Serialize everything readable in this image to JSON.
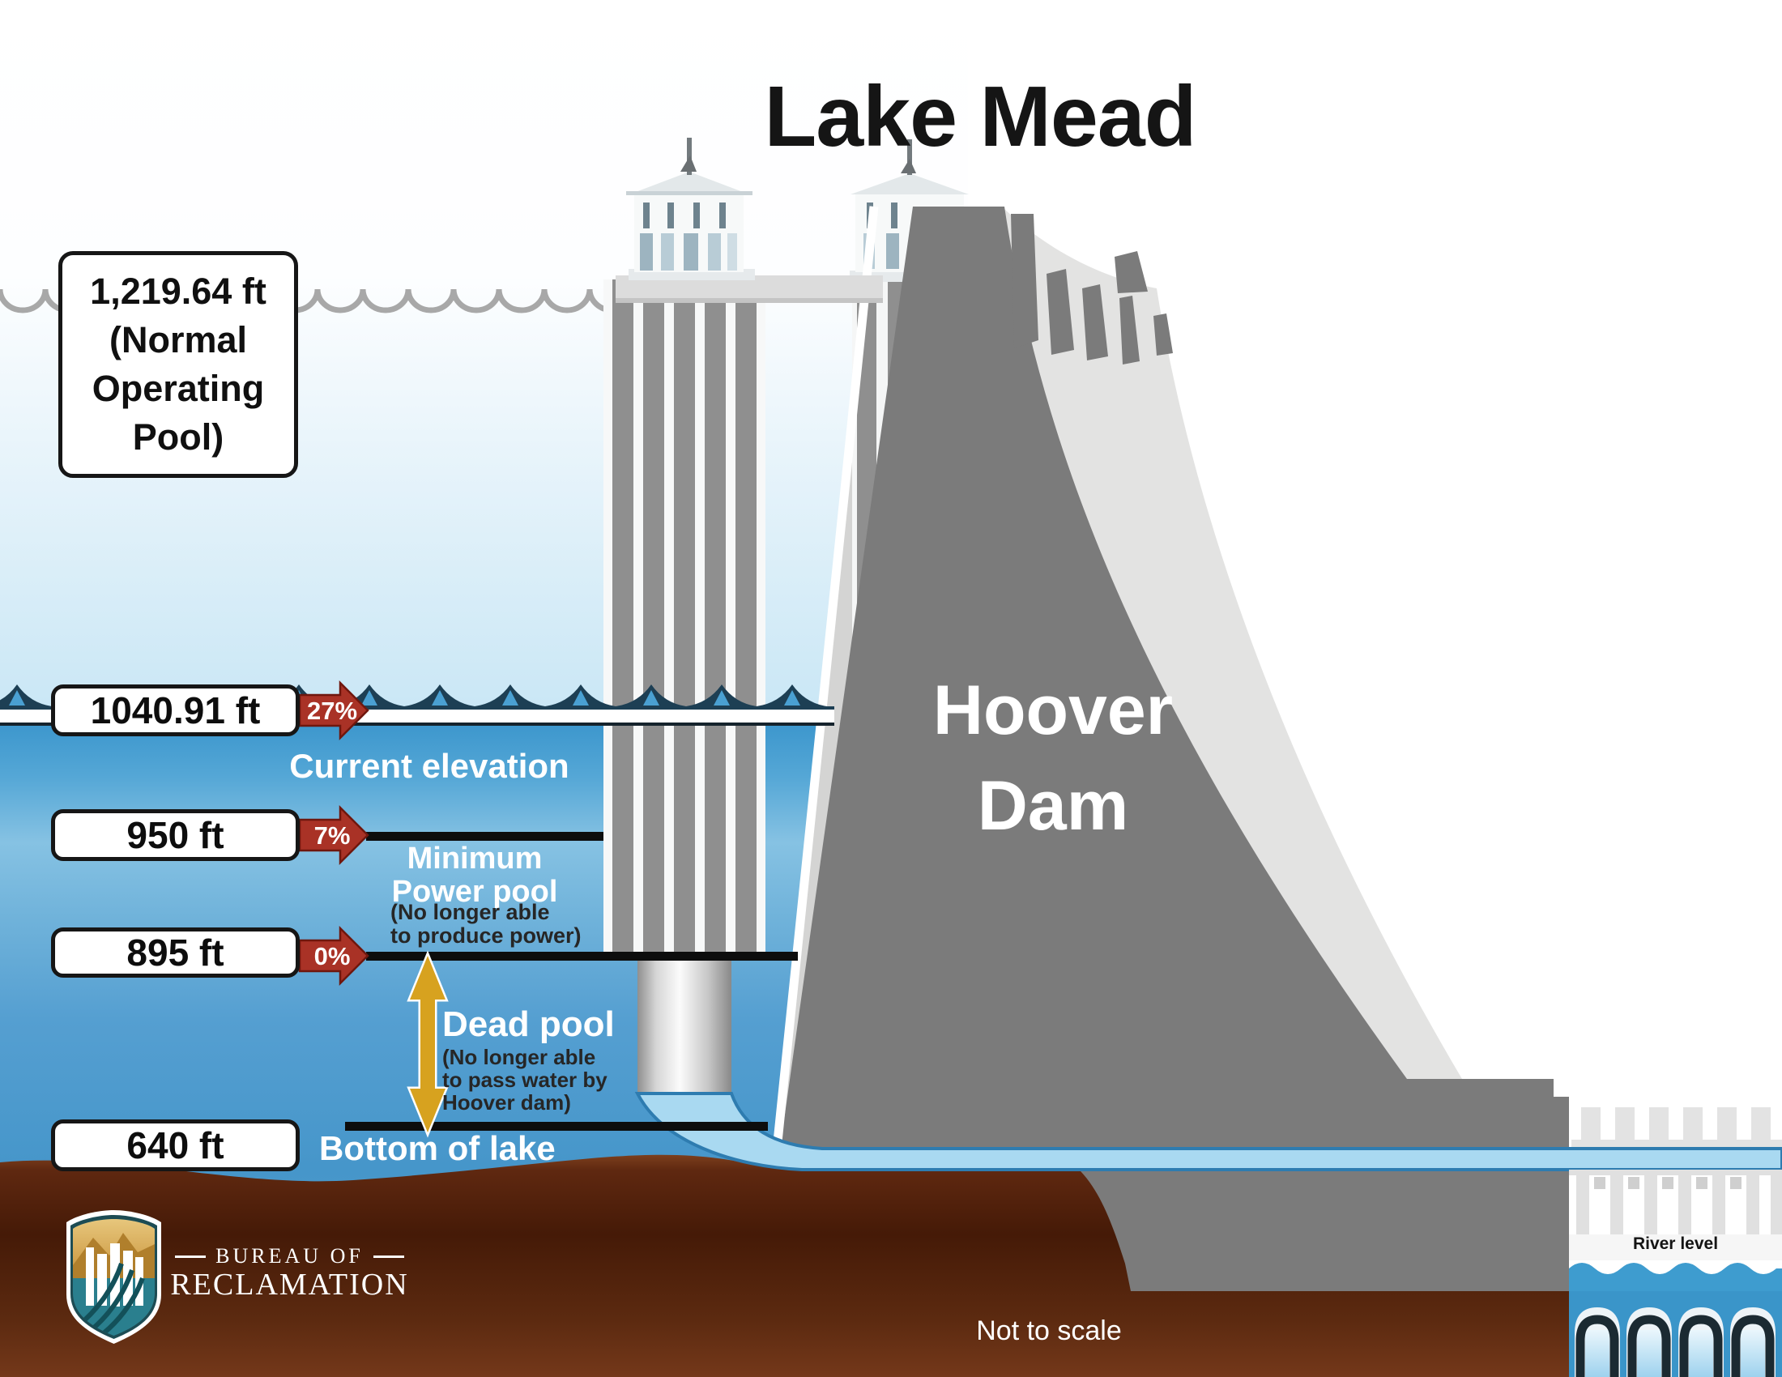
{
  "title": "Lake Mead",
  "footer_note": "Not to scale",
  "normal_pool": {
    "lines": [
      "1,219.64 ft",
      "(Normal",
      "Operating",
      "Pool)"
    ]
  },
  "levels": {
    "current": {
      "value": "1040.91 ft",
      "percent": "27%",
      "label": "Current elevation"
    },
    "min_power": {
      "value": "950 ft",
      "percent": "7%",
      "label_lines": [
        "Minimum",
        "Power pool"
      ],
      "note_lines": [
        "(No longer able",
        "to produce power)"
      ]
    },
    "dead_pool": {
      "value": "895 ft",
      "percent": "0%",
      "label": "Dead pool",
      "note_lines": [
        "(No longer able",
        "to pass water by",
        "Hoover dam)"
      ]
    },
    "lake_bottom": {
      "value": "640 ft",
      "label": "Bottom of lake"
    }
  },
  "dam": {
    "name_lines": [
      "Hoover",
      "Dam"
    ]
  },
  "river_level_label": "River level",
  "logo": {
    "top_line": "BUREAU OF",
    "bottom_line": "RECLAMATION"
  },
  "colors": {
    "water_blue": "#3d97cd",
    "wave_dark": "#1d3f54",
    "dam_dark_gray": "#7b7b7b",
    "dam_light_gray": "#e3e3e2",
    "arrow_red": "#a93226",
    "arrow_gold": "#d7a21f",
    "terrain_brown": "#5c2a10",
    "pipe_blue": "#a9d9f1"
  }
}
